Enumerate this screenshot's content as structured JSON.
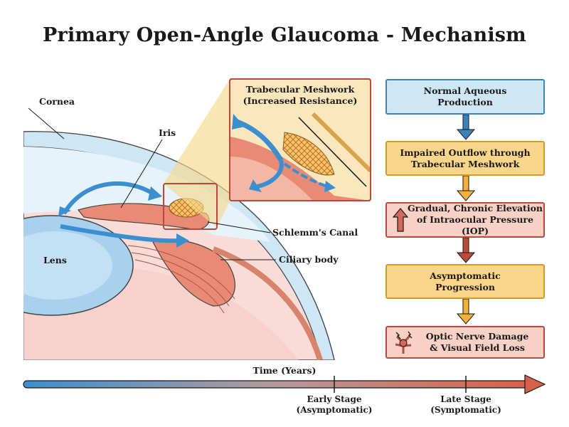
{
  "title": "Primary Open-Angle Glaucoma - Mechanism",
  "anatomy": {
    "cornea": "Cornea",
    "iris": "Iris",
    "lens": "Lens",
    "schlemms_canal": "Schlemm's Canal",
    "ciliary_body": "Ciliary body"
  },
  "inset": {
    "title_line1": "Trabecular Meshwork",
    "title_line2": "(Increased Resistance)"
  },
  "flow": [
    {
      "text": "Normal Aqueous\nProduction"
    },
    {
      "text": "Impaired Outflow through\nTrabecular Meshwork"
    },
    {
      "text": "Gradual, Chronic Elevation\nof Intraocular Pressure (IOP)",
      "icon": "up-arrow-icon"
    },
    {
      "text": "Asymptomatic\nProgression"
    },
    {
      "text": "Optic Nerve Damage\n& Visual Field Loss",
      "icon": "damaged-nerve-icon"
    }
  ],
  "timeline": {
    "label": "Time (Years)",
    "early": "Early Stage\n(Asymptomatic)",
    "late": "Late Stage\n(Symptomatic)"
  },
  "colors": {
    "blue": "#3b83b8",
    "light_blue": "#cfe6f5",
    "amber": "#f2b13c",
    "amber_fill": "#fbd58a",
    "red": "#b94a3c",
    "red_fill": "#f7d0c6"
  }
}
